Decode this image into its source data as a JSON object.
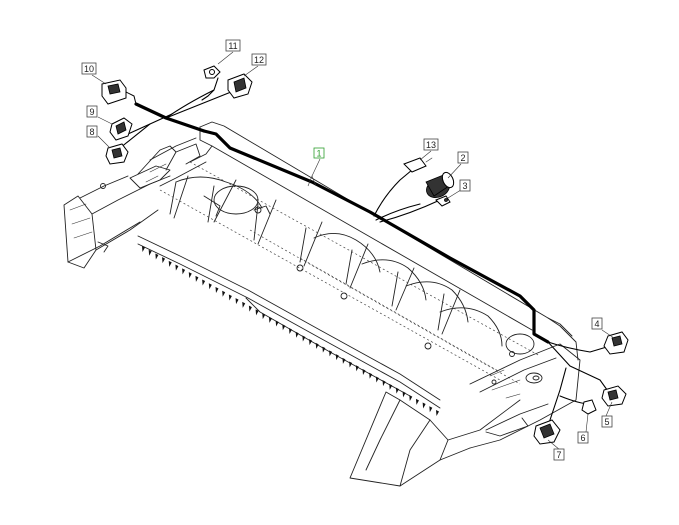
{
  "callouts": {
    "c1": "1",
    "c2": "2",
    "c3": "3",
    "c4": "4",
    "c5": "5",
    "c6": "6",
    "c7": "7",
    "c8": "8",
    "c9": "9",
    "c10": "10",
    "c11": "11",
    "c12": "12",
    "c13": "13"
  },
  "colors": {
    "highlight_callout": "#2e9d2e",
    "line": "#222222",
    "background": "#ffffff"
  }
}
